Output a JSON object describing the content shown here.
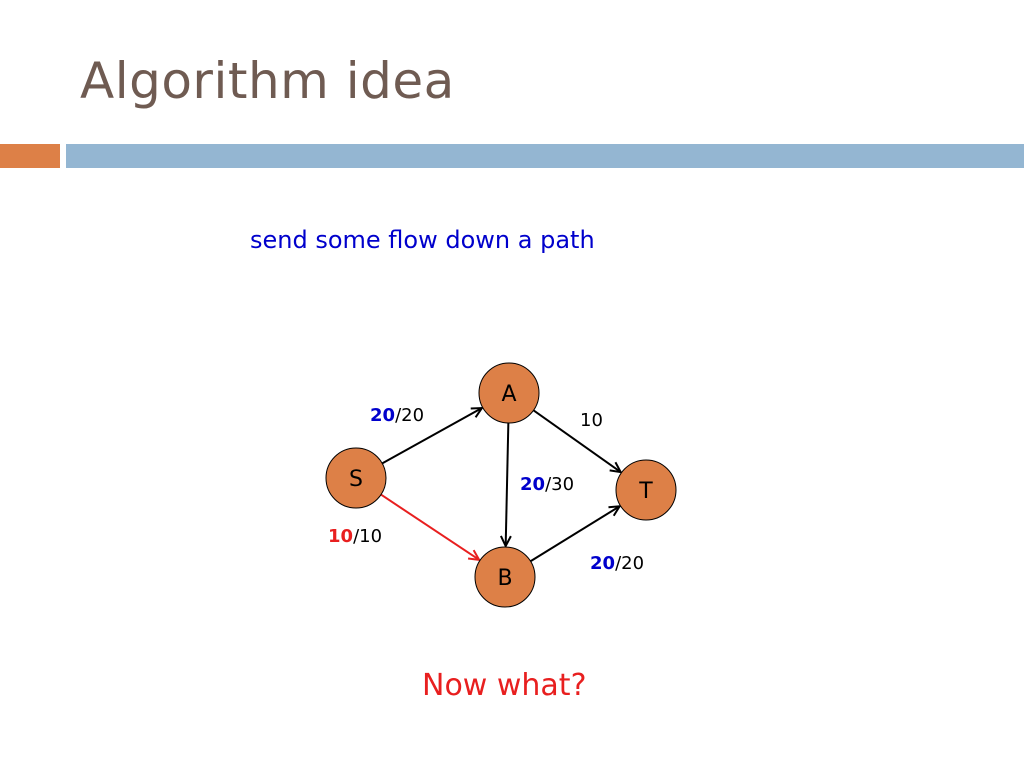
{
  "title": "Algorithm idea",
  "subtitle": "send some flow down a path",
  "question": "Now what?",
  "colors": {
    "node_fill": "#dd8047",
    "edge": "#000000",
    "highlight_edge": "#e81f1f",
    "flow_blue": "#0000cc",
    "flow_red": "#e81f1f"
  },
  "graph": {
    "nodes": [
      {
        "id": "S",
        "label": "S"
      },
      {
        "id": "A",
        "label": "A"
      },
      {
        "id": "B",
        "label": "B"
      },
      {
        "id": "T",
        "label": "T"
      }
    ],
    "edges": [
      {
        "from": "S",
        "to": "A",
        "flow": "20",
        "capacity": "/20",
        "flow_color": "blue",
        "highlight": false
      },
      {
        "from": "S",
        "to": "B",
        "flow": "10",
        "capacity": "/10",
        "flow_color": "red",
        "highlight": true
      },
      {
        "from": "A",
        "to": "B",
        "flow": "20",
        "capacity": "/30",
        "flow_color": "blue",
        "highlight": false
      },
      {
        "from": "A",
        "to": "T",
        "flow": "",
        "capacity": "10",
        "flow_color": "blue",
        "highlight": false
      },
      {
        "from": "B",
        "to": "T",
        "flow": "20",
        "capacity": "/20",
        "flow_color": "blue",
        "highlight": false
      }
    ]
  }
}
